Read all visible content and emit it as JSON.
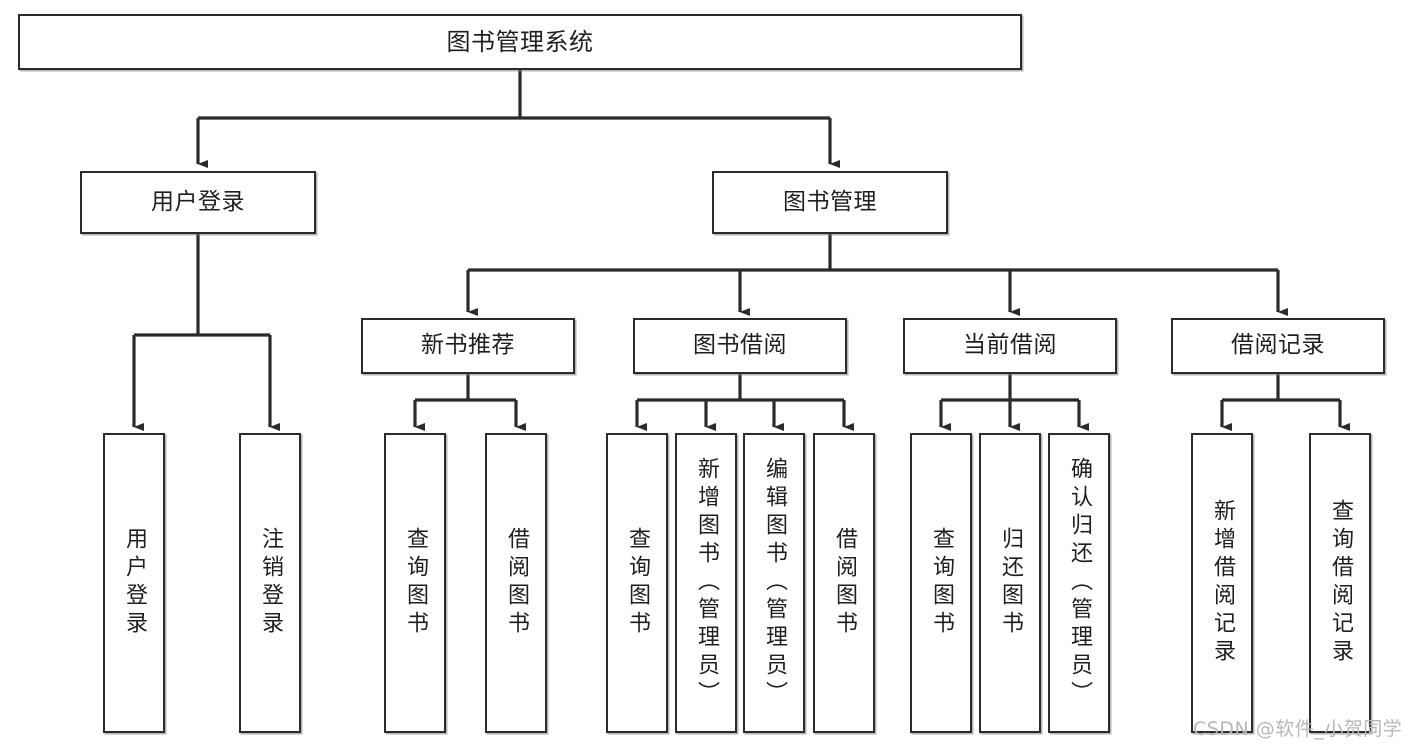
{
  "diagram": {
    "type": "tree",
    "title": "图书管理系统",
    "watermark": "CSDN @软件_小贺同学",
    "colors": {
      "stroke": "#2b2b2b",
      "text": "#1f1f1f",
      "background": "#ffffff",
      "watermark": "#b8b8b8"
    },
    "nodes": {
      "root": {
        "label": "图书管理系统"
      },
      "level1": [
        {
          "label": "用户登录"
        },
        {
          "label": "图书管理"
        }
      ],
      "level2": [
        {
          "label": "新书推荐"
        },
        {
          "label": "图书借阅"
        },
        {
          "label": "当前借阅"
        },
        {
          "label": "借阅记录"
        }
      ],
      "leaves": {
        "user_login": [
          {
            "label": "用户登录"
          },
          {
            "label": "注销登录"
          }
        ],
        "new_book": [
          {
            "label": "查询图书"
          },
          {
            "label": "借阅图书"
          }
        ],
        "book_borrow": [
          {
            "label": "查询图书"
          },
          {
            "label": "新增图书（管理员）"
          },
          {
            "label": "编辑图书（管理员）"
          },
          {
            "label": "借阅图书"
          }
        ],
        "current_borrow": [
          {
            "label": "查询图书"
          },
          {
            "label": "归还图书"
          },
          {
            "label": "确认归还（管理员）"
          }
        ],
        "borrow_record": [
          {
            "label": "新增借阅记录"
          },
          {
            "label": "查询借阅记录"
          }
        ]
      }
    }
  }
}
